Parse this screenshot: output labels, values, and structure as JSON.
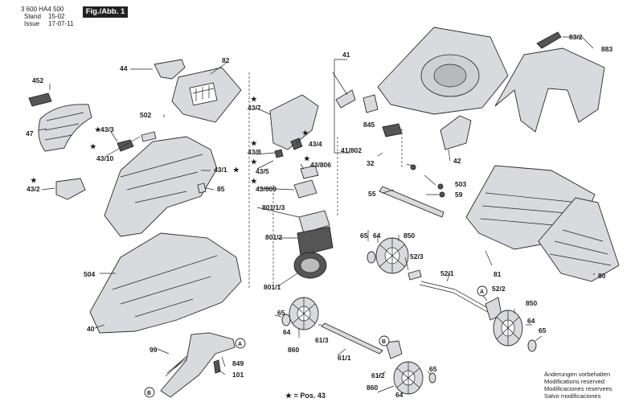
{
  "header": {
    "doc_number": "3 600 HA4 500",
    "stand_label": "Stand",
    "issue_label": "Issue",
    "stand_date": "15-02",
    "issue_date": "17-07-11",
    "fig_label": "Fig./Abb. 1"
  },
  "footnote": {
    "star_note": "★ = Pos. 43"
  },
  "notes": [
    "Änderungen vorbehalten",
    "Modifications reserved",
    "Modificaciones reservees",
    "Salvo modificaciones"
  ],
  "labels": {
    "l452": "452",
    "l47": "47",
    "l43_2": "43/2",
    "l44": "44",
    "l82": "82",
    "l502": "502",
    "l43_3": "43/3",
    "l43_10": "43/10",
    "l43_1": "43/1",
    "l85": "85",
    "l504": "504",
    "l40": "40",
    "l99": "99",
    "l849": "849",
    "l101": "101",
    "l43_7": "43/7",
    "l43_8": "43/8",
    "l43_4": "43/4",
    "l43_5": "43/5",
    "l43_806": "43/806",
    "l43_809": "43/809",
    "l801_1_3": "801/1/3",
    "l801_2": "801/2",
    "l801_1": "801/1",
    "l65a": "65",
    "l64a": "64",
    "l860a": "860",
    "l61_3": "61/3",
    "l61_1": "61/1",
    "l61_2": "61/2",
    "l860b": "860",
    "l64b": "64",
    "l65b": "65",
    "l41": "41",
    "l845": "845",
    "l41_802": "41/802",
    "l32": "32",
    "l42": "42",
    "l503": "503",
    "l59": "59",
    "l55": "55",
    "l65c": "65",
    "l64c": "64",
    "l850a": "850",
    "l52_3": "52/3",
    "l52_1": "52/1",
    "l52_2": "52/2",
    "l850b": "850",
    "l64d": "64",
    "l65d": "65",
    "l83_2": "83/2",
    "l883": "883",
    "l81": "81",
    "l80": "80",
    "callout_a": "A",
    "callout_b": "B"
  }
}
